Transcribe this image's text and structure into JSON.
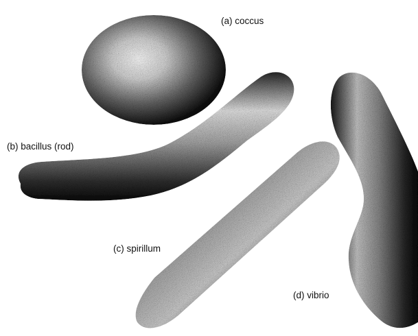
{
  "labels": {
    "coccus": "(a) coccus",
    "bacillus": "(b) bacillus (rod)",
    "spirillum": "(c) spirillum",
    "vibrio": "(d) vibrio"
  },
  "colors": {
    "background": "#ffffff",
    "shading_dark": "#0a0a0a",
    "shading_light": "#ffffff",
    "text": "#111111"
  }
}
